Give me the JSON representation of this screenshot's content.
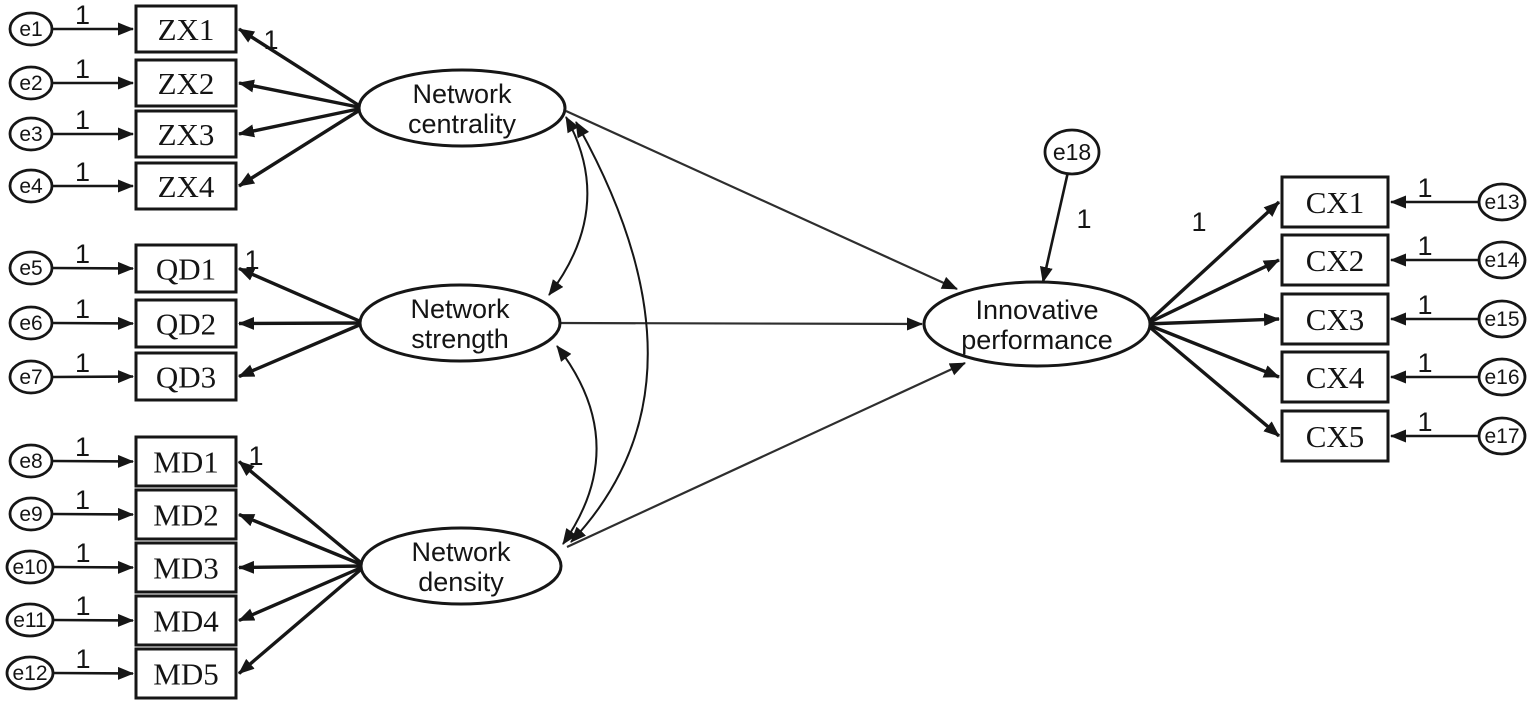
{
  "colors": {
    "background": "#ffffff",
    "line": "#161616",
    "structural_path": "#2e2e2e",
    "text": "#141414"
  },
  "diagram": {
    "type": "sem-path-diagram",
    "latent_variables": [
      {
        "id": "network_centrality",
        "label": "Network centrality",
        "lines": [
          "Network",
          "centrality"
        ]
      },
      {
        "id": "network_strength",
        "label": "Network strength",
        "lines": [
          "Network",
          "strength"
        ]
      },
      {
        "id": "network_density",
        "label": "Network density",
        "lines": [
          "Network",
          "density"
        ]
      },
      {
        "id": "innovative_performance",
        "label": "Innovative performance",
        "lines": [
          "Innovative",
          "performance"
        ]
      }
    ],
    "observed_variables": [
      {
        "id": "ZX1",
        "label": "ZX1"
      },
      {
        "id": "ZX2",
        "label": "ZX2"
      },
      {
        "id": "ZX3",
        "label": "ZX3"
      },
      {
        "id": "ZX4",
        "label": "ZX4"
      },
      {
        "id": "QD1",
        "label": "QD1"
      },
      {
        "id": "QD2",
        "label": "QD2"
      },
      {
        "id": "QD3",
        "label": "QD3"
      },
      {
        "id": "MD1",
        "label": "MD1"
      },
      {
        "id": "MD2",
        "label": "MD2"
      },
      {
        "id": "MD3",
        "label": "MD3"
      },
      {
        "id": "MD4",
        "label": "MD4"
      },
      {
        "id": "MD5",
        "label": "MD5"
      },
      {
        "id": "CX1",
        "label": "CX1"
      },
      {
        "id": "CX2",
        "label": "CX2"
      },
      {
        "id": "CX3",
        "label": "CX3"
      },
      {
        "id": "CX4",
        "label": "CX4"
      },
      {
        "id": "CX5",
        "label": "CX5"
      }
    ],
    "error_terms": [
      {
        "id": "e1",
        "label": "e1"
      },
      {
        "id": "e2",
        "label": "e2"
      },
      {
        "id": "e3",
        "label": "e3"
      },
      {
        "id": "e4",
        "label": "e4"
      },
      {
        "id": "e5",
        "label": "e5"
      },
      {
        "id": "e6",
        "label": "e6"
      },
      {
        "id": "e7",
        "label": "e7"
      },
      {
        "id": "e8",
        "label": "e8"
      },
      {
        "id": "e9",
        "label": "e9"
      },
      {
        "id": "e10",
        "label": "e10"
      },
      {
        "id": "e11",
        "label": "e11"
      },
      {
        "id": "e12",
        "label": "e12"
      },
      {
        "id": "e13",
        "label": "e13"
      },
      {
        "id": "e14",
        "label": "e14"
      },
      {
        "id": "e15",
        "label": "e15"
      },
      {
        "id": "e16",
        "label": "e16"
      },
      {
        "id": "e17",
        "label": "e17"
      },
      {
        "id": "e18",
        "label": "e18"
      }
    ],
    "edges": [
      {
        "from": "e1",
        "to": "ZX1",
        "type": "error",
        "label": "1"
      },
      {
        "from": "e2",
        "to": "ZX2",
        "type": "error",
        "label": "1"
      },
      {
        "from": "e3",
        "to": "ZX3",
        "type": "error",
        "label": "1"
      },
      {
        "from": "e4",
        "to": "ZX4",
        "type": "error",
        "label": "1"
      },
      {
        "from": "e5",
        "to": "QD1",
        "type": "error",
        "label": "1"
      },
      {
        "from": "e6",
        "to": "QD2",
        "type": "error",
        "label": "1"
      },
      {
        "from": "e7",
        "to": "QD3",
        "type": "error",
        "label": "1"
      },
      {
        "from": "e8",
        "to": "MD1",
        "type": "error",
        "label": "1"
      },
      {
        "from": "e9",
        "to": "MD2",
        "type": "error",
        "label": "1"
      },
      {
        "from": "e10",
        "to": "MD3",
        "type": "error",
        "label": "1"
      },
      {
        "from": "e11",
        "to": "MD4",
        "type": "error",
        "label": "1"
      },
      {
        "from": "e12",
        "to": "MD5",
        "type": "error",
        "label": "1"
      },
      {
        "from": "e13",
        "to": "CX1",
        "type": "error",
        "label": "1"
      },
      {
        "from": "e14",
        "to": "CX2",
        "type": "error",
        "label": "1"
      },
      {
        "from": "e15",
        "to": "CX3",
        "type": "error",
        "label": "1"
      },
      {
        "from": "e16",
        "to": "CX4",
        "type": "error",
        "label": "1"
      },
      {
        "from": "e17",
        "to": "CX5",
        "type": "error",
        "label": "1"
      },
      {
        "from": "e18",
        "to": "innovative_performance",
        "type": "error",
        "label": "1"
      },
      {
        "from": "network_centrality",
        "to": "ZX1",
        "type": "loading",
        "label": "1"
      },
      {
        "from": "network_centrality",
        "to": "ZX2",
        "type": "loading"
      },
      {
        "from": "network_centrality",
        "to": "ZX3",
        "type": "loading"
      },
      {
        "from": "network_centrality",
        "to": "ZX4",
        "type": "loading"
      },
      {
        "from": "network_strength",
        "to": "QD1",
        "type": "loading",
        "label": "1"
      },
      {
        "from": "network_strength",
        "to": "QD2",
        "type": "loading"
      },
      {
        "from": "network_strength",
        "to": "QD3",
        "type": "loading"
      },
      {
        "from": "network_density",
        "to": "MD1",
        "type": "loading",
        "label": "1"
      },
      {
        "from": "network_density",
        "to": "MD2",
        "type": "loading"
      },
      {
        "from": "network_density",
        "to": "MD3",
        "type": "loading"
      },
      {
        "from": "network_density",
        "to": "MD4",
        "type": "loading"
      },
      {
        "from": "network_density",
        "to": "MD5",
        "type": "loading"
      },
      {
        "from": "innovative_performance",
        "to": "CX1",
        "type": "loading",
        "label": "1"
      },
      {
        "from": "innovative_performance",
        "to": "CX2",
        "type": "loading"
      },
      {
        "from": "innovative_performance",
        "to": "CX3",
        "type": "loading"
      },
      {
        "from": "innovative_performance",
        "to": "CX4",
        "type": "loading"
      },
      {
        "from": "innovative_performance",
        "to": "CX5",
        "type": "loading"
      },
      {
        "from": "network_centrality",
        "to": "innovative_performance",
        "type": "structural"
      },
      {
        "from": "network_strength",
        "to": "innovative_performance",
        "type": "structural"
      },
      {
        "from": "network_density",
        "to": "innovative_performance",
        "type": "structural"
      },
      {
        "from": "network_centrality",
        "to": "network_strength",
        "type": "covariance"
      },
      {
        "from": "network_strength",
        "to": "network_density",
        "type": "covariance"
      },
      {
        "from": "network_centrality",
        "to": "network_density",
        "type": "covariance"
      }
    ]
  }
}
